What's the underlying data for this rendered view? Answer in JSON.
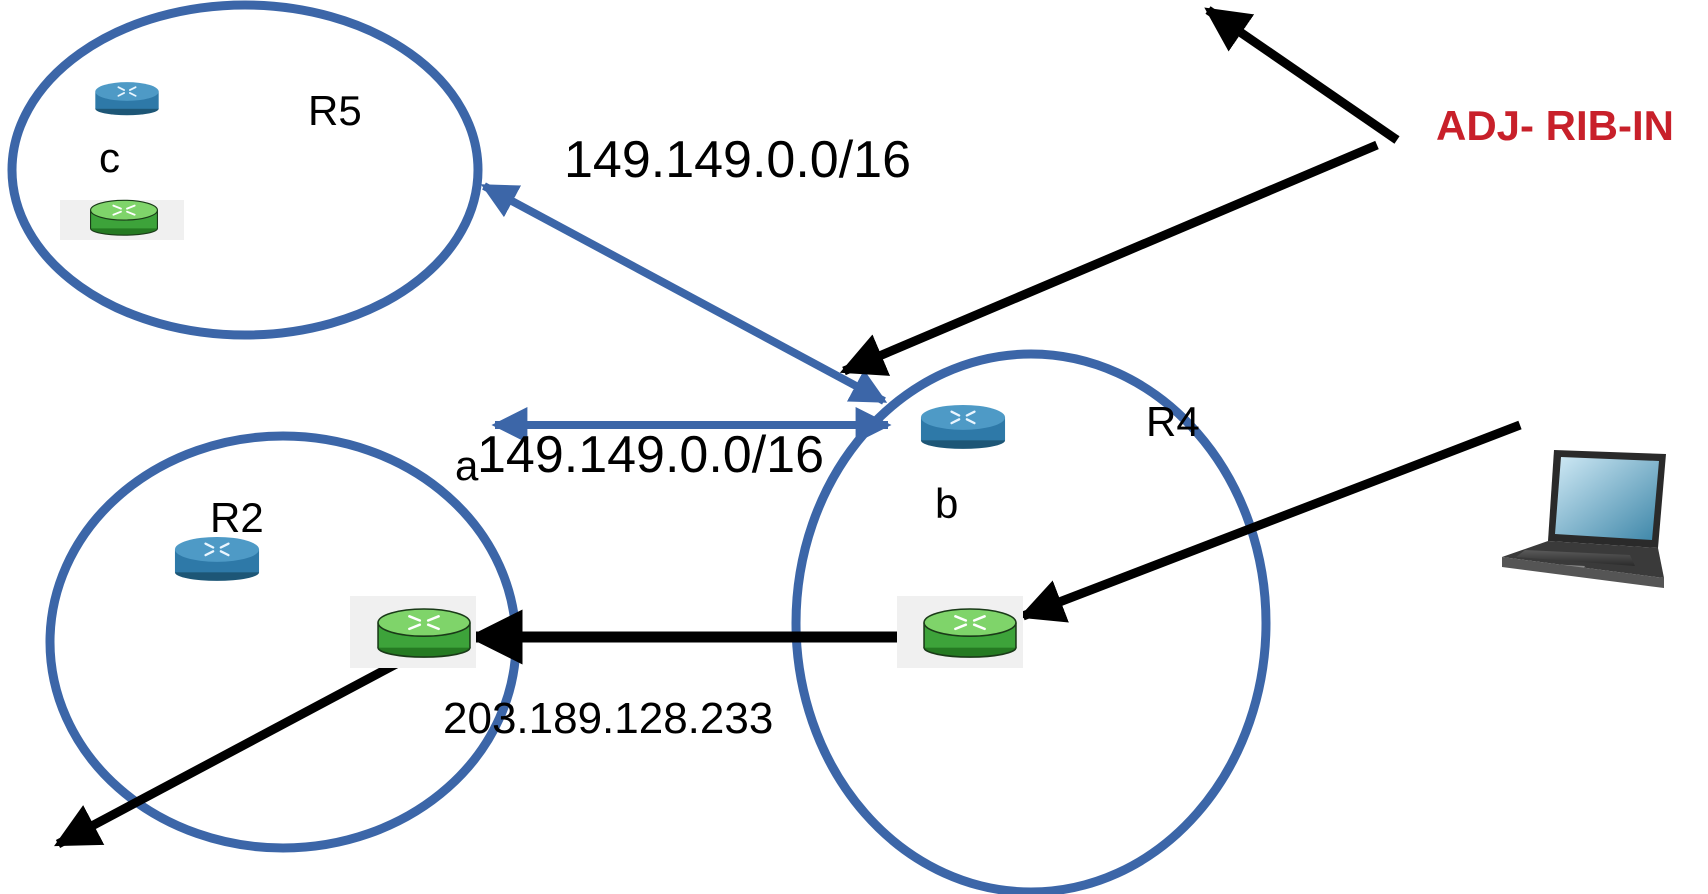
{
  "colors": {
    "as_ring": "#3c66a8",
    "arrow_black": "#000000",
    "label_red": "#c8202a",
    "router_blue": "#2e79a8",
    "router_blue_top": "#4e9ac6",
    "router_green": "#3da33a",
    "router_green_top": "#7fd46a"
  },
  "as_labels": {
    "r5": "R5",
    "r2": "R2",
    "r4": "R4"
  },
  "router_labels": {
    "c": "c",
    "a": "a",
    "b": "b"
  },
  "prefixes": {
    "top": "149.149.0.0/16",
    "middle": "149.149.0.0/16",
    "next_hop": "203.189.128.233"
  },
  "callout": {
    "label": "ADJ- RIB-IN"
  },
  "icons": {
    "router": "router-icon",
    "laptop": "laptop-icon"
  }
}
